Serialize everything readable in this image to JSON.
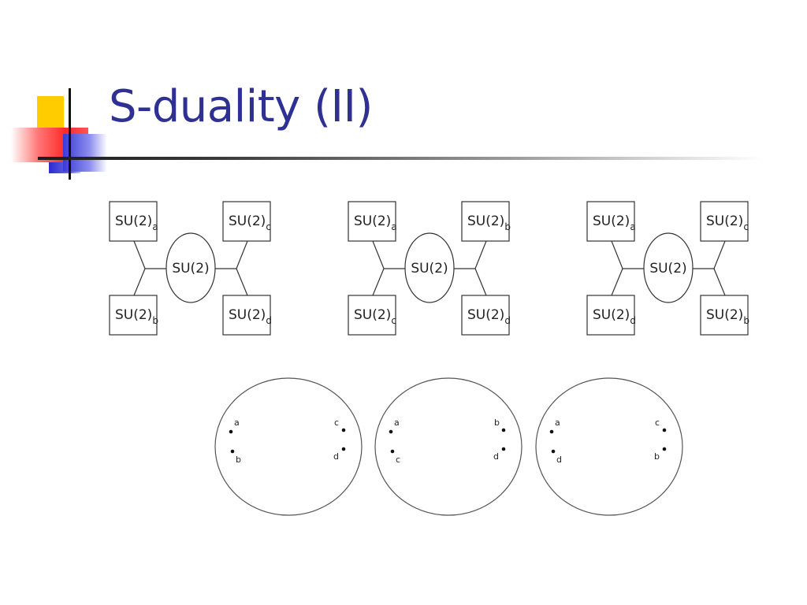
{
  "slide": {
    "title": "S-duality (II)"
  },
  "quivers": [
    {
      "center": "SU(2)",
      "top_left": {
        "base": "SU(2)",
        "sub": "a"
      },
      "bottom_left": {
        "base": "SU(2)",
        "sub": "b"
      },
      "top_right": {
        "base": "SU(2)",
        "sub": "c"
      },
      "bottom_right": {
        "base": "SU(2)",
        "sub": "d"
      }
    },
    {
      "center": "SU(2)",
      "top_left": {
        "base": "SU(2)",
        "sub": "a"
      },
      "bottom_left": {
        "base": "SU(2)",
        "sub": "c"
      },
      "top_right": {
        "base": "SU(2)",
        "sub": "b"
      },
      "bottom_right": {
        "base": "SU(2)",
        "sub": "d"
      }
    },
    {
      "center": "SU(2)",
      "top_left": {
        "base": "SU(2)",
        "sub": "a"
      },
      "bottom_left": {
        "base": "SU(2)",
        "sub": "d"
      },
      "top_right": {
        "base": "SU(2)",
        "sub": "c"
      },
      "bottom_right": {
        "base": "SU(2)",
        "sub": "b"
      }
    }
  ],
  "spheres": [
    {
      "top_left": "a",
      "bottom_left": "b",
      "top_right": "c",
      "bottom_right": "d"
    },
    {
      "top_left": "a",
      "bottom_left": "c",
      "top_right": "b",
      "bottom_right": "d"
    },
    {
      "top_left": "a",
      "bottom_left": "d",
      "top_right": "c",
      "bottom_right": "b"
    }
  ],
  "colors": {
    "title": "#2e3192",
    "deco_yellow": "#ffcc00",
    "deco_red": "#ff3333",
    "deco_blue": "#3333cc"
  }
}
